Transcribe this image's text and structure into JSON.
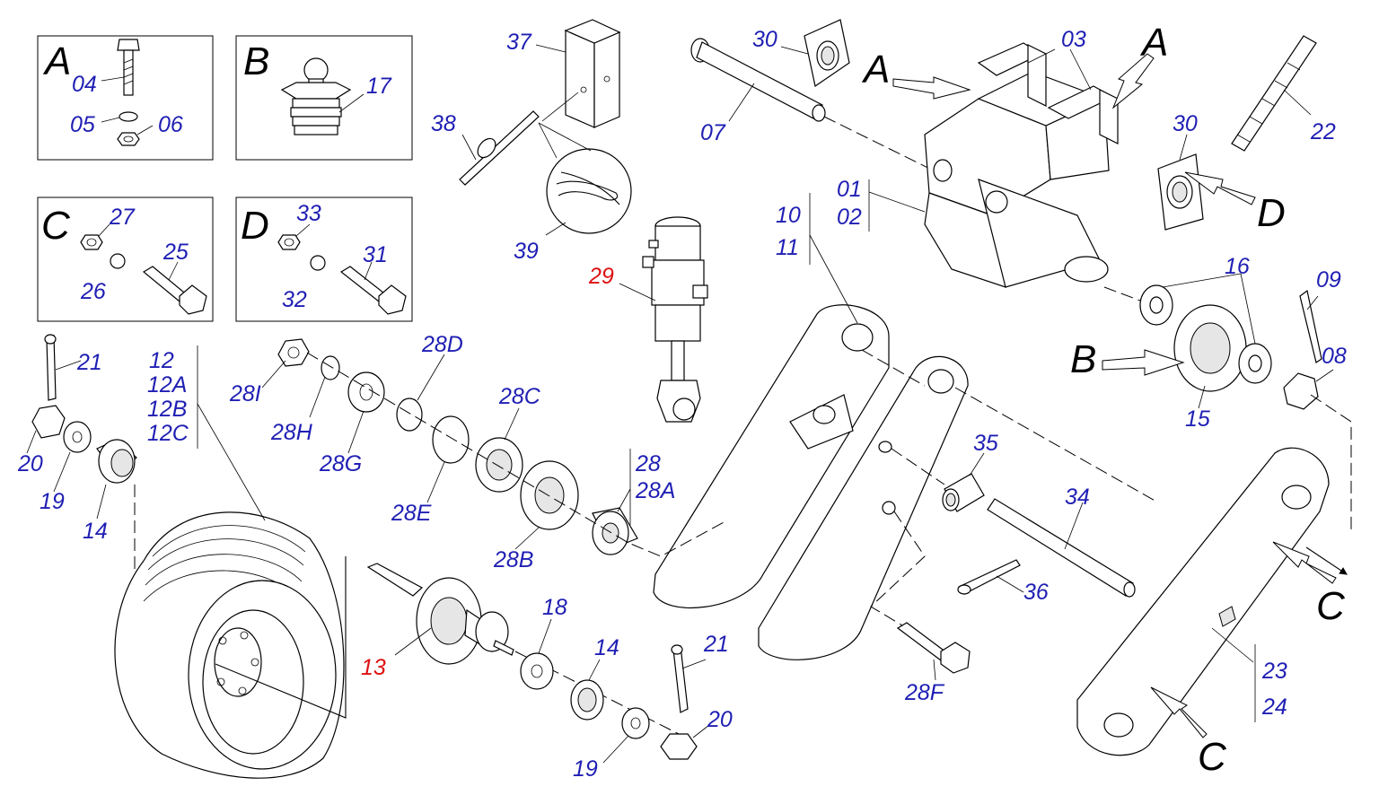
{
  "colors": {
    "label_blue": "#1f1fb4",
    "label_red": "#dd1111",
    "line": "#000000",
    "background": "#ffffff"
  },
  "insets": {
    "A": {
      "letter": "A",
      "labels": [
        "04",
        "05",
        "06"
      ]
    },
    "B": {
      "letter": "B",
      "labels": [
        "17"
      ]
    },
    "C": {
      "letter": "C",
      "labels": [
        "27",
        "26",
        "25"
      ]
    },
    "D": {
      "letter": "D",
      "labels": [
        "33",
        "32",
        "31"
      ]
    }
  },
  "view_letters": {
    "A1": "A",
    "A2": "A",
    "B": "B",
    "C1": "C",
    "C2": "C",
    "D": "D"
  },
  "labels": {
    "p37": "37",
    "p38": "38",
    "p39": "39",
    "p29": "29",
    "p07": "07",
    "p30a": "30",
    "p03": "03",
    "p30b": "30",
    "p22": "22",
    "p01": "01",
    "p02": "02",
    "p10": "10",
    "p11": "11",
    "p16": "16",
    "p09": "09",
    "p08": "08",
    "p15": "15",
    "p21a": "21",
    "p20a": "20",
    "p19a": "19",
    "p14a": "14",
    "p12": "12",
    "p12A": "12A",
    "p12B": "12B",
    "p12C": "12C",
    "p28I": "28I",
    "p28H": "28H",
    "p28G": "28G",
    "p28D": "28D",
    "p28E": "28E",
    "p28C": "28C",
    "p28B": "28B",
    "p28": "28",
    "p28A": "28A",
    "p35": "35",
    "p34": "34",
    "p36": "36",
    "p28F": "28F",
    "p23": "23",
    "p24": "24",
    "p13": "13",
    "p18": "18",
    "p14b": "14",
    "p21b": "21",
    "p20b": "20",
    "p19b": "19"
  }
}
